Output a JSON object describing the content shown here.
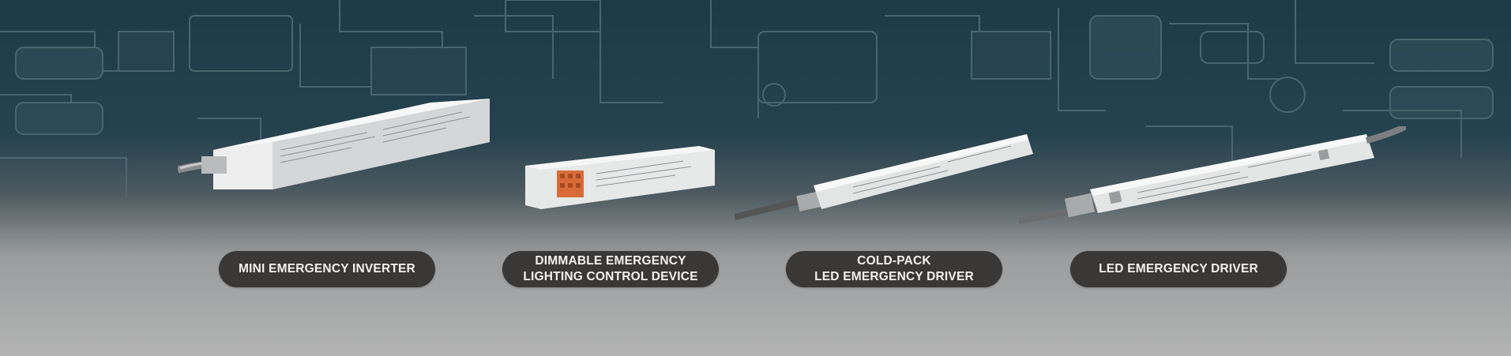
{
  "products": [
    {
      "lines": [
        "MINI EMERGENCY INVERTER"
      ],
      "icon": "mini-emergency-inverter-image"
    },
    {
      "lines": [
        "DIMMABLE EMERGENCY",
        "LIGHTING CONTROL DEVICE"
      ],
      "icon": "dimmable-control-device-image"
    },
    {
      "lines": [
        "COLD-PACK",
        "LED EMERGENCY DRIVER"
      ],
      "icon": "cold-pack-driver-image"
    },
    {
      "lines": [
        "LED EMERGENCY DRIVER"
      ],
      "icon": "led-emergency-driver-image"
    }
  ],
  "colors": {
    "pill_background": "#3a3836",
    "pill_text": "#f2f2f2",
    "background_top": "#1c3a47",
    "background_bottom": "#b3b3b3"
  }
}
